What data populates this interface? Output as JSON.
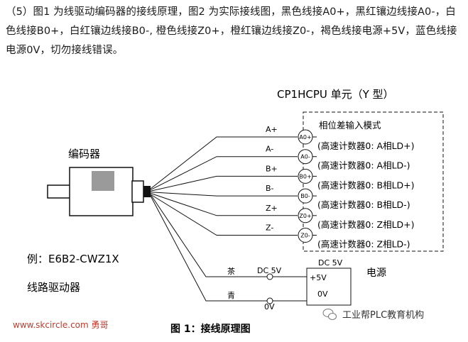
{
  "intro_text": "（5）图1 为线驱动编码器的接线原理，图2 为实际接线图，黑色线接A0+，黑红镶边线接A0-，白色线接B0+，白红镶边线接B0-, 橙色线接Z0+，橙红镶边线接Z0-，褐色线接电源+5V，蓝色线接电源0V，切勿接线错误。",
  "diagram": {
    "unit_title": "CP1HCPU 单元（Y 型）",
    "encoder_label": "编码器",
    "example_label": "例：E6B2-CWZ1X",
    "driver_label": "线路驱动器",
    "signals": [
      {
        "wire": "A+",
        "terminal": "A0+",
        "desc": "高速计数器0: A相LD+"
      },
      {
        "wire": "A-",
        "terminal": "A0-",
        "desc": "高速计数器0: A相LD-"
      },
      {
        "wire": "B+",
        "terminal": "B0+",
        "desc": "高速计数器0: B相LD+"
      },
      {
        "wire": "B-",
        "terminal": "B0-",
        "desc": "高速计数器0: B相LD-"
      },
      {
        "wire": "Z+",
        "terminal": "Z0+",
        "desc": "高速计数器0: Z相LD+"
      },
      {
        "wire": "Z-",
        "terminal": "Z0-",
        "desc": "高速计数器0: Z相LD-"
      }
    ],
    "mode_label": "相位差输入模式",
    "power": {
      "brown_wire": "茶",
      "blue_wire": "青",
      "dc5v_left": "DC 5V",
      "zero_left": "0V",
      "box_title": "DC 5V",
      "plus": "+5V",
      "zero": "0V",
      "label": "电源"
    },
    "caption": "图 1：接线原理图",
    "watermark_url": "www.skcircle.com 勇哥",
    "watermark_brand": "工业帮PLC教育机构"
  },
  "colors": {
    "line": "#111111",
    "encoder_window": "#9a9a9a",
    "watermark_red": "#c0392b"
  }
}
